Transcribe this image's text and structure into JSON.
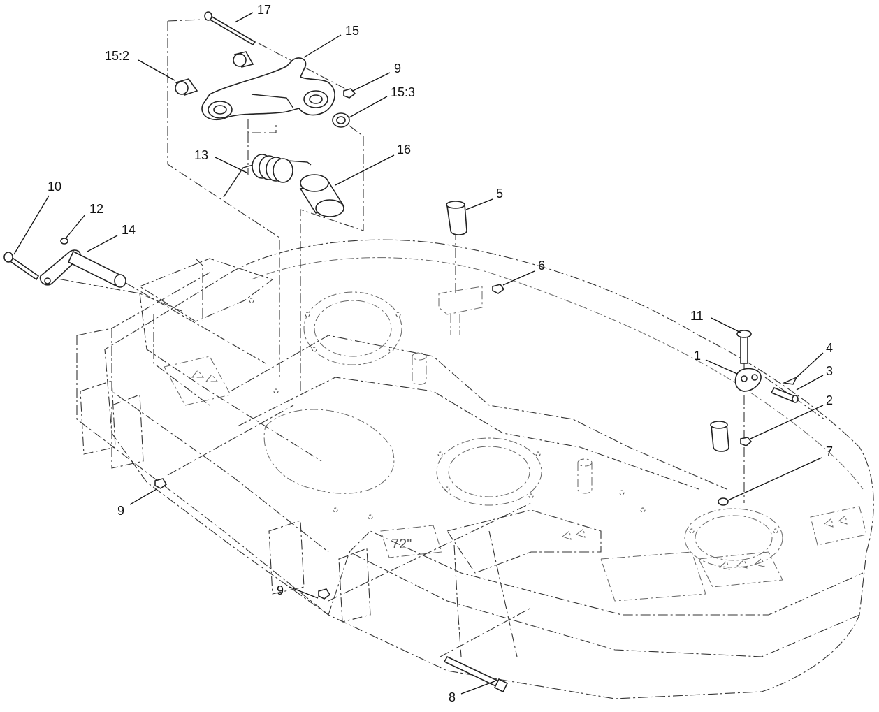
{
  "diagram": {
    "callouts": [
      {
        "id": "c17",
        "label": "17"
      },
      {
        "id": "c15",
        "label": "15"
      },
      {
        "id": "c15_2",
        "label": "15:2"
      },
      {
        "id": "c9a",
        "label": "9"
      },
      {
        "id": "c15_3",
        "label": "15:3"
      },
      {
        "id": "c16",
        "label": "16"
      },
      {
        "id": "c13",
        "label": "13"
      },
      {
        "id": "c10",
        "label": "10"
      },
      {
        "id": "c12",
        "label": "12"
      },
      {
        "id": "c14",
        "label": "14"
      },
      {
        "id": "c5",
        "label": "5"
      },
      {
        "id": "c6",
        "label": "6"
      },
      {
        "id": "c11",
        "label": "11"
      },
      {
        "id": "c1",
        "label": "1"
      },
      {
        "id": "c4",
        "label": "4"
      },
      {
        "id": "c3",
        "label": "3"
      },
      {
        "id": "c2",
        "label": "2"
      },
      {
        "id": "c7",
        "label": "7"
      },
      {
        "id": "c9b",
        "label": "9"
      },
      {
        "id": "c9c",
        "label": "9"
      },
      {
        "id": "c8",
        "label": "8"
      }
    ],
    "deck_marking": "72\""
  }
}
